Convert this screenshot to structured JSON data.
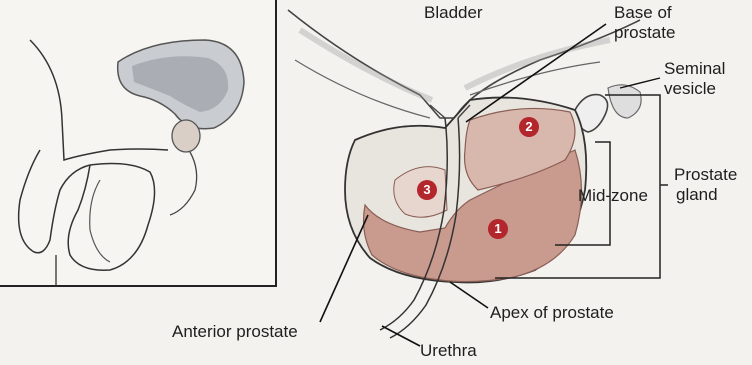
{
  "labels": {
    "bladder": "Bladder",
    "base_line1": "Base of",
    "base_line2": "prostate",
    "seminal_line1": "Seminal",
    "seminal_line2": "vesicle",
    "prostate_line1": "Prostate",
    "prostate_line2": "gland",
    "mid_zone": "Mid-zone",
    "apex": "Apex of prostate",
    "anterior": "Anterior prostate",
    "urethra": "Urethra"
  },
  "zones": [
    {
      "number": "1"
    },
    {
      "number": "2"
    },
    {
      "number": "3"
    }
  ],
  "colors": {
    "zone_fill": "#c99a8e",
    "zone_marker": "#b3262c",
    "outline": "#2a2a2a"
  }
}
